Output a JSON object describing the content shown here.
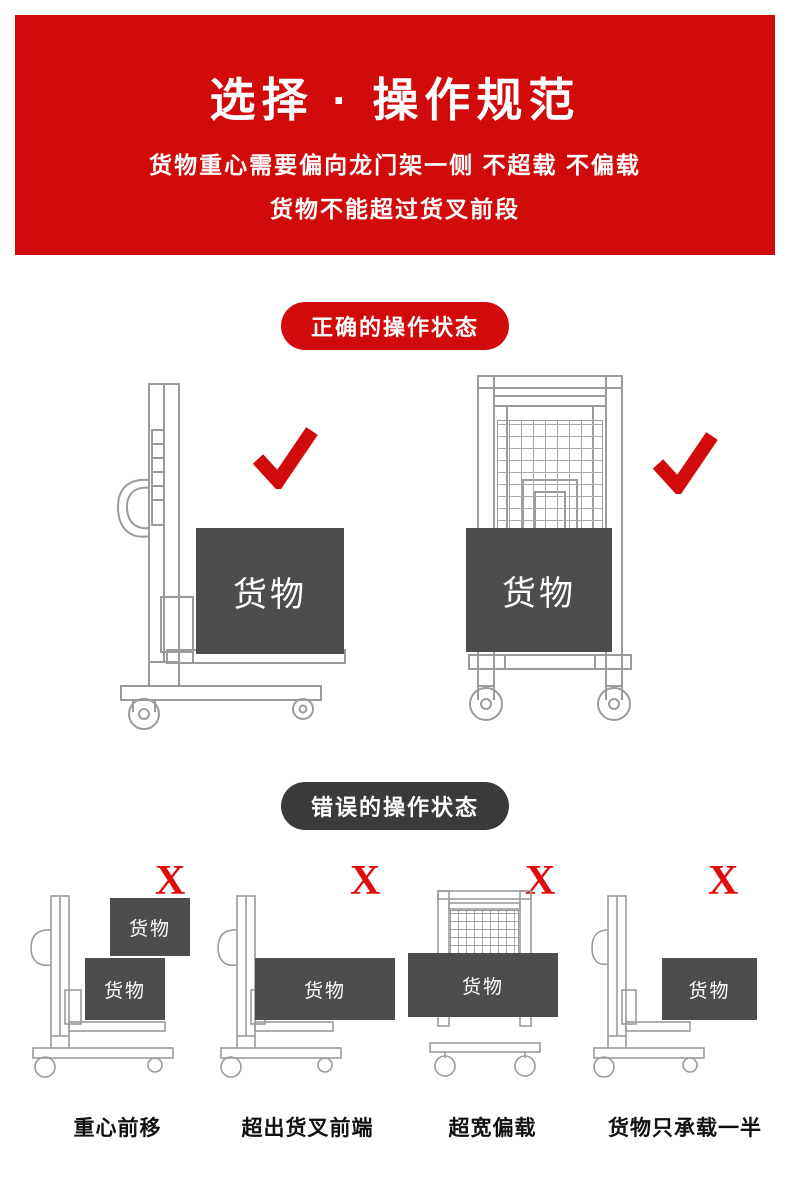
{
  "banner": {
    "title": "选择 · 操作规范",
    "line1": "货物重心需要偏向龙门架一侧 不超载 不偏载",
    "line2": "货物不能超过货叉前段"
  },
  "sections": {
    "correct_badge": "正确的操作状态",
    "wrong_badge": "错误的操作状态"
  },
  "cargo_label": "货物",
  "x_mark": "X",
  "wrong_items": [
    {
      "caption": "重心前移"
    },
    {
      "caption": "超出货叉前端"
    },
    {
      "caption": "超宽偏载"
    },
    {
      "caption": "货物只承载一半"
    }
  ],
  "colors": {
    "banner_red": "#d10b0b",
    "badge_dark": "#3a3a3a",
    "cargo_box_gray": "#4d4d4d",
    "mark_red": "#e00b0b",
    "line_gray": "#9b9b9b"
  }
}
